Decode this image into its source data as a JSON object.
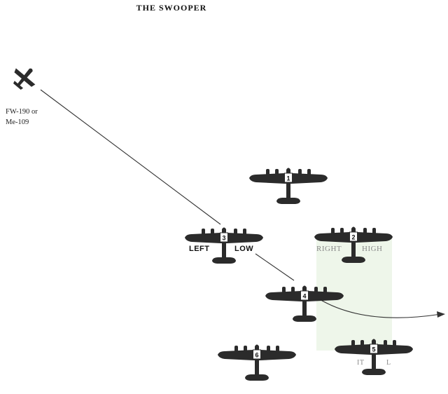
{
  "title": "THE SWOOPER",
  "fighter": {
    "label_line1": "FW-190 or",
    "label_line2": "Me-109"
  },
  "labels": {
    "left_low_a": "LEFT",
    "left_low_b": "LOW",
    "right_high_a": "RIGHT",
    "right_high_b": "HIGH",
    "bottom_a": "IT",
    "bottom_b": "L"
  },
  "bombers": [
    {
      "number": "1"
    },
    {
      "number": "2"
    },
    {
      "number": "3"
    },
    {
      "number": "4"
    },
    {
      "number": "5"
    },
    {
      "number": "6"
    }
  ],
  "colors": {
    "aircraft": "#2b2b2b",
    "line": "#333333",
    "shade": "#eef6ea"
  }
}
